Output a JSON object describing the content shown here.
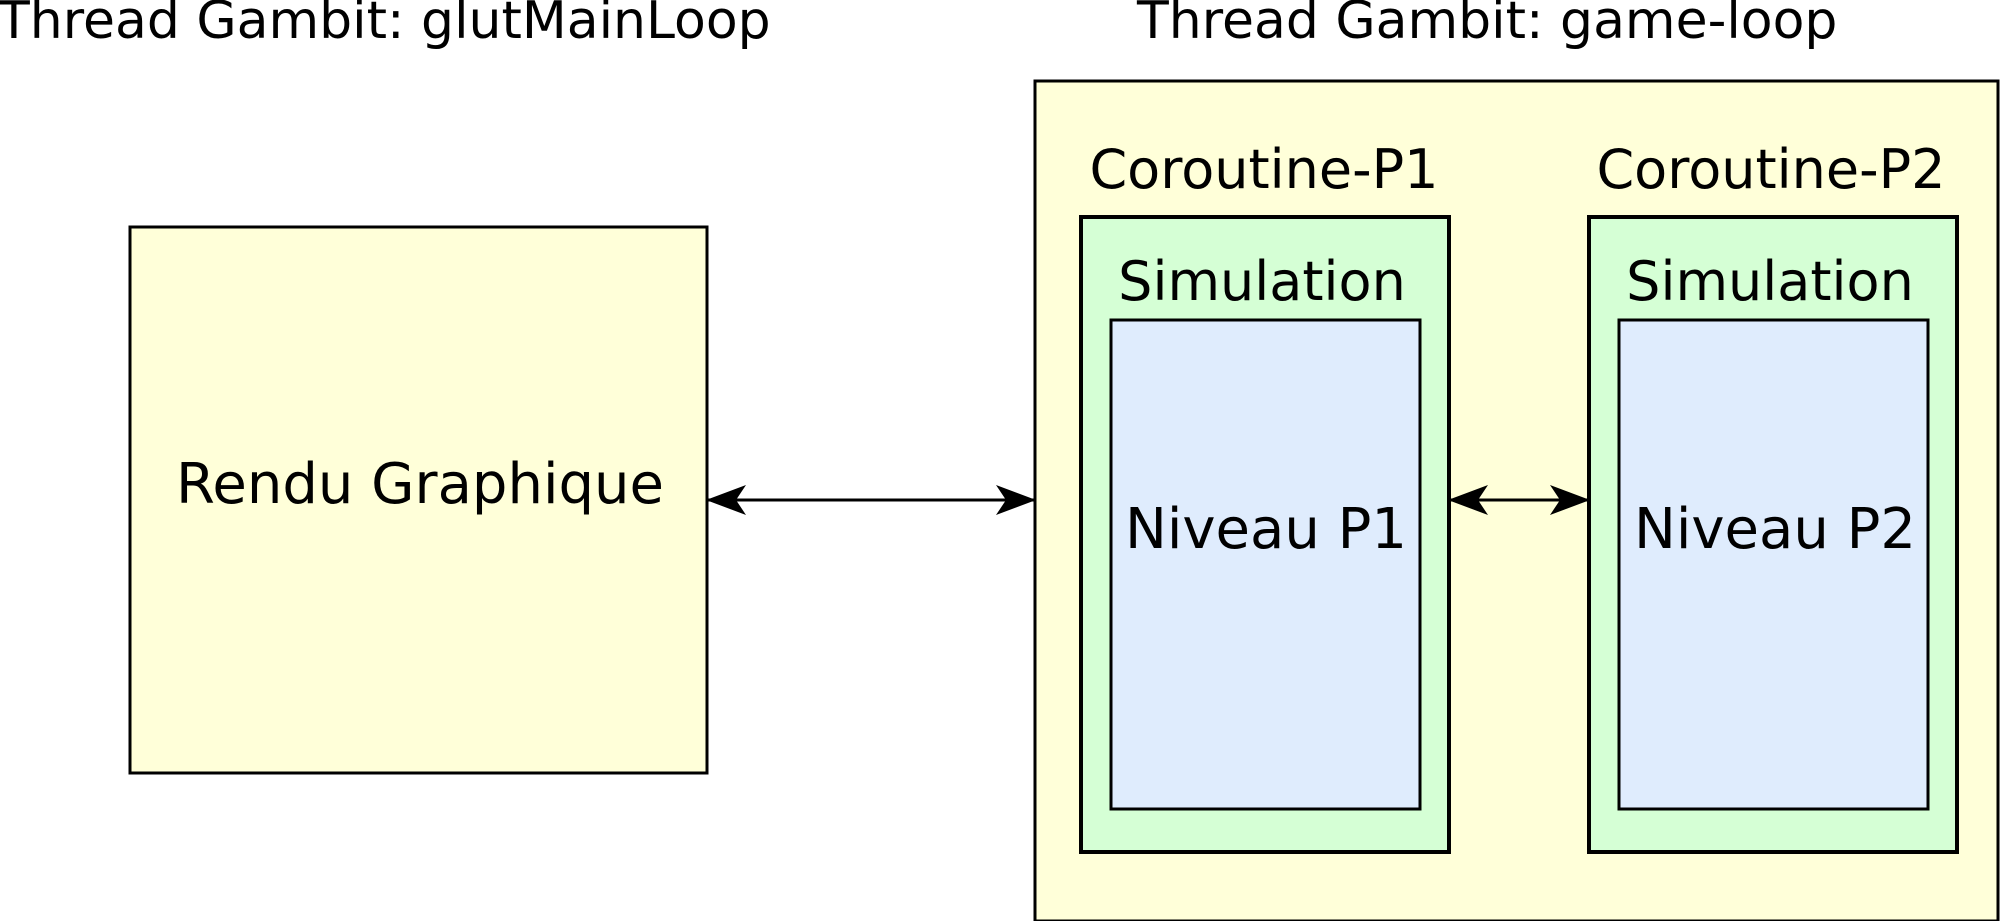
{
  "threads": {
    "main": {
      "label": "Thread Gambit: glutMainLoop"
    },
    "game": {
      "label": "Thread Gambit: game-loop"
    }
  },
  "rendering": {
    "label": "Rendu Graphique"
  },
  "coroutines": [
    {
      "label": "Coroutine-P1",
      "simulation": "Simulation",
      "level": "Niveau P1"
    },
    {
      "label": "Coroutine-P2",
      "simulation": "Simulation",
      "level": "Niveau P2"
    }
  ],
  "colors": {
    "thread_fill": "#ffffd9",
    "coroutine_fill": "#d5ffd5",
    "level_fill": "#dfecfd",
    "stroke": "#000000"
  }
}
